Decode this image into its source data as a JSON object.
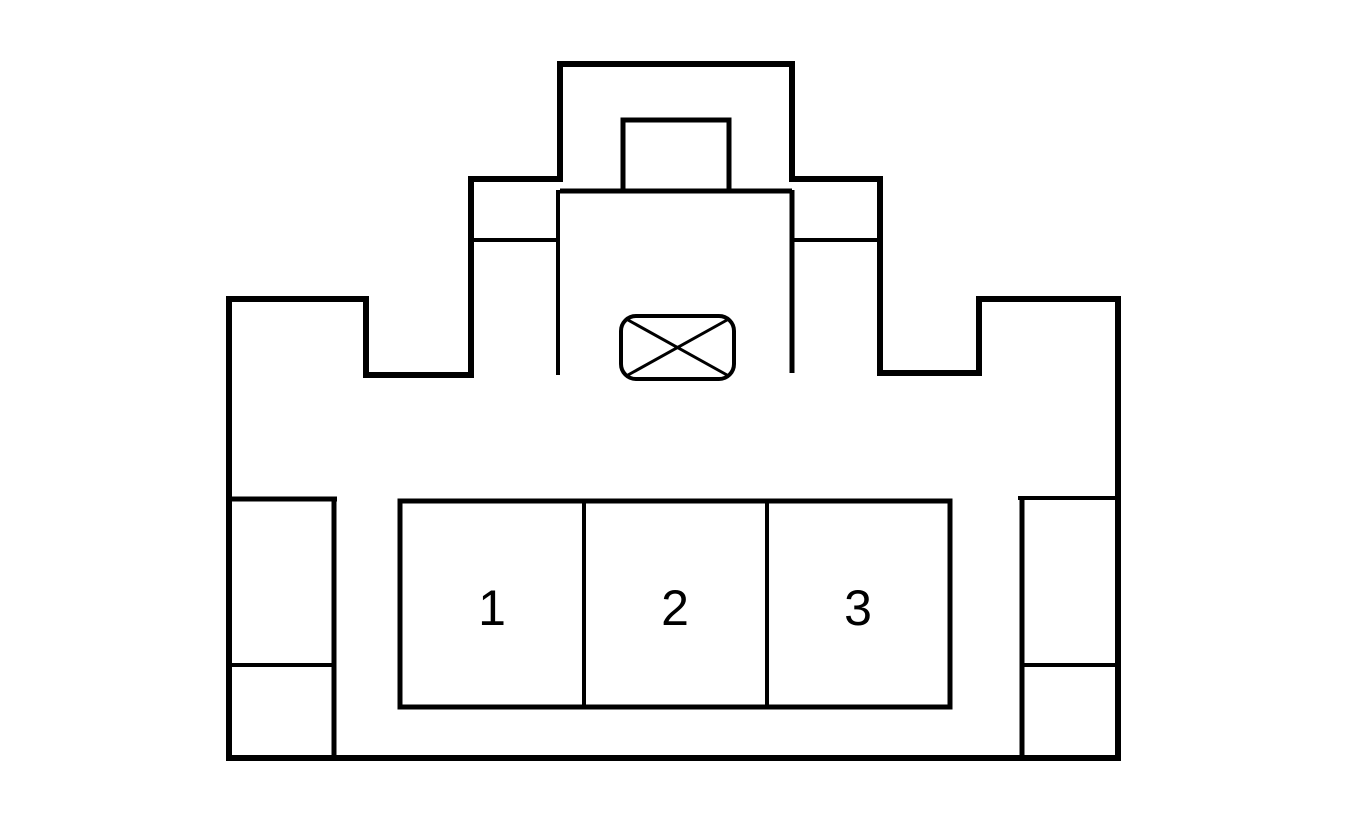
{
  "diagram": {
    "type": "connector-face-view",
    "stroke_color": "#000000",
    "background_color": "#ffffff",
    "cavities": [
      {
        "id": "cavity-1",
        "label": "1"
      },
      {
        "id": "cavity-2",
        "label": "2"
      },
      {
        "id": "cavity-3",
        "label": "3"
      }
    ],
    "symbols": {
      "blocked_cavity": "x-in-rounded-rectangle"
    }
  }
}
